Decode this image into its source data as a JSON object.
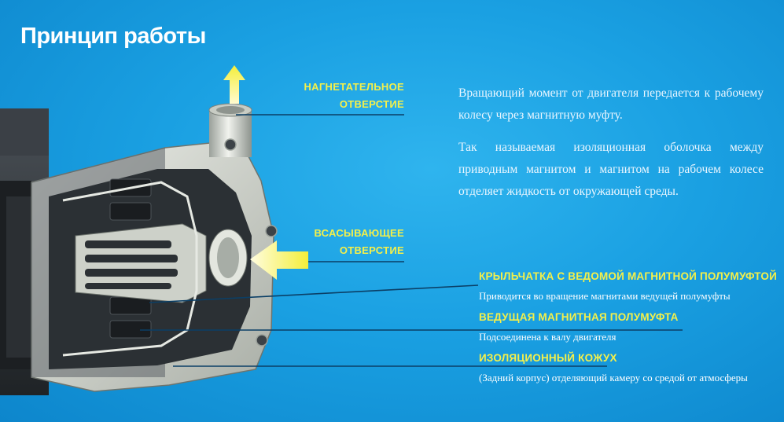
{
  "title": "Принцип работы",
  "description": [
    "Вращающий момент от двигателя передается к рабочему колесу через магнитную муфту.",
    "Так называемая изоляционная оболочка между приводным магнитом и магнитом на рабочем колесе отделяет жидкость от окружающей среды."
  ],
  "callouts": {
    "discharge": {
      "line1": "НАГНЕТАТЕЛЬНОЕ",
      "line2": "ОТВЕРСТИЕ"
    },
    "suction": {
      "line1": "ВСАСЫВАЮЩЕЕ",
      "line2": "ОТВЕРСТИЕ"
    }
  },
  "labels": [
    {
      "title": "КРЫЛЬЧАТКА С ВЕДОМОЙ МАГНИТНОЙ ПОЛУМУФТОЙ",
      "subtitle": "Приводится во вращение магнитами ведущей полумуфты"
    },
    {
      "title": "ВЕДУЩАЯ МАГНИТНАЯ ПОЛУМУФТА",
      "subtitle": "Подсоединена к валу двигателя"
    },
    {
      "title": "ИЗОЛЯЦИОННЫЙ КОЖУХ",
      "subtitle": "(Задний корпус) отделяющий камеру со средой от атмосферы"
    }
  ],
  "colors": {
    "background": "#1aa0e2",
    "accent_yellow": "#f4f04a",
    "leader_line": "#0b3f66",
    "housing_light": "#d9dcd4",
    "housing_dark": "#2e3236"
  },
  "icons": [
    "discharge-arrow-icon",
    "suction-arrow-icon"
  ]
}
